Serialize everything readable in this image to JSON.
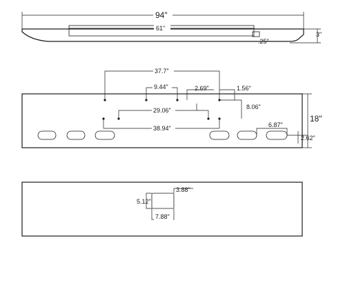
{
  "top_view": {
    "overall_length": "94\"",
    "inner_length": "61\"",
    "offset": ".25\"",
    "height": "3\""
  },
  "front_view": {
    "dim_37_7": "37.7\"",
    "dim_9_44": "9.44\"",
    "dim_2_69": "2.69\"",
    "dim_1_56": "1.56\"",
    "dim_8_06": "8.06\"",
    "dim_29_06": "29.06\"",
    "dim_38_94": "38.94\"",
    "dim_6_87": "6.87\"",
    "height": "18\"",
    "slot_height": "2.62\""
  },
  "rear_view": {
    "cutout_width_top": "3.88\"",
    "cutout_height": "5.12\"",
    "cutout_width_bottom": "7.88\""
  }
}
